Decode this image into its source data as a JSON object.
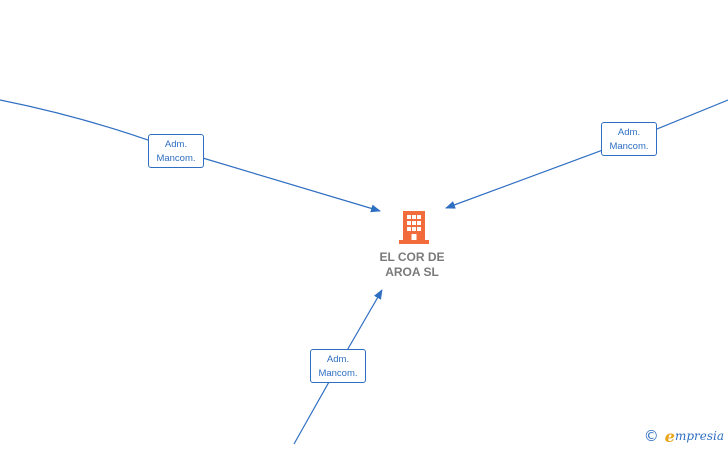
{
  "center_node": {
    "name_line1": "EL COR DE",
    "name_line2": "AROA  SL",
    "icon": "building-icon",
    "icon_color": "#f26b3a"
  },
  "edges": [
    {
      "id": "top-left",
      "label_line1": "Adm.",
      "label_line2": "Mancom."
    },
    {
      "id": "top-right",
      "label_line1": "Adm.",
      "label_line2": "Mancom."
    },
    {
      "id": "bottom",
      "label_line1": "Adm.",
      "label_line2": "Mancom."
    }
  ],
  "footer": {
    "copyright_symbol": "©",
    "brand_first_letter": "e",
    "brand_rest": "mpresia"
  },
  "colors": {
    "edge": "#2f6fc2",
    "node_text": "#7a7a7a",
    "brand_accent": "#e8a317"
  }
}
